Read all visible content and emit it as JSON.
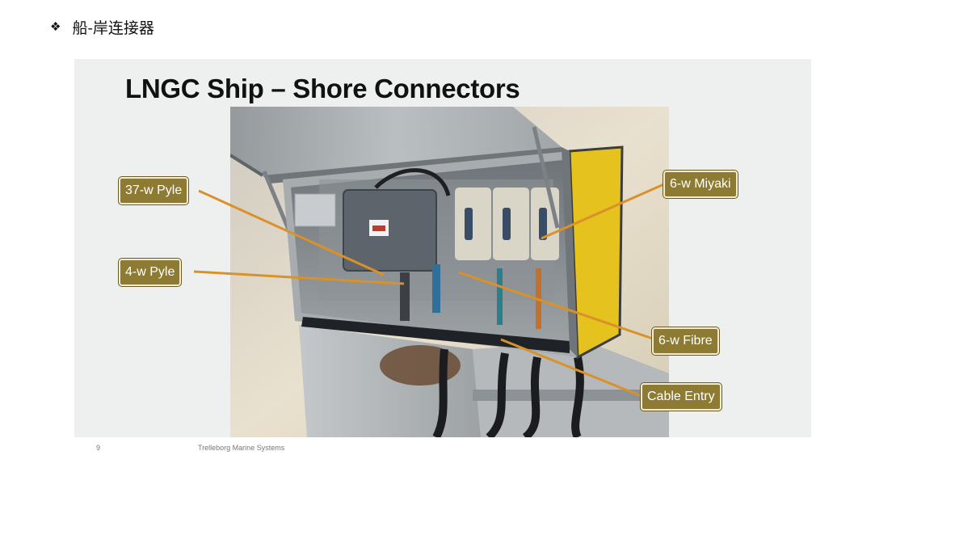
{
  "heading": {
    "bullet_icon": "diamond-bullet-icon",
    "text": "船-岸连接器"
  },
  "slide": {
    "title": "LNGC Ship – Shore Connectors",
    "photo_alt": "Ship-shore connector enclosure",
    "callouts": [
      {
        "id": "37w-pyle",
        "label": "37-w Pyle"
      },
      {
        "id": "4w-pyle",
        "label": "4-w Pyle"
      },
      {
        "id": "6w-miyaki",
        "label": "6-w Miyaki"
      },
      {
        "id": "6w-fibre",
        "label": "6-w Fibre"
      },
      {
        "id": "cable-entry",
        "label": "Cable Entry"
      }
    ],
    "colors": {
      "callout_fill": "#8d7a33",
      "callout_line": "#d9912a",
      "enclosure_yellow": "#e6c21e"
    }
  },
  "footer": {
    "page_number": "9",
    "company": "Trelleborg Marine Systems"
  }
}
